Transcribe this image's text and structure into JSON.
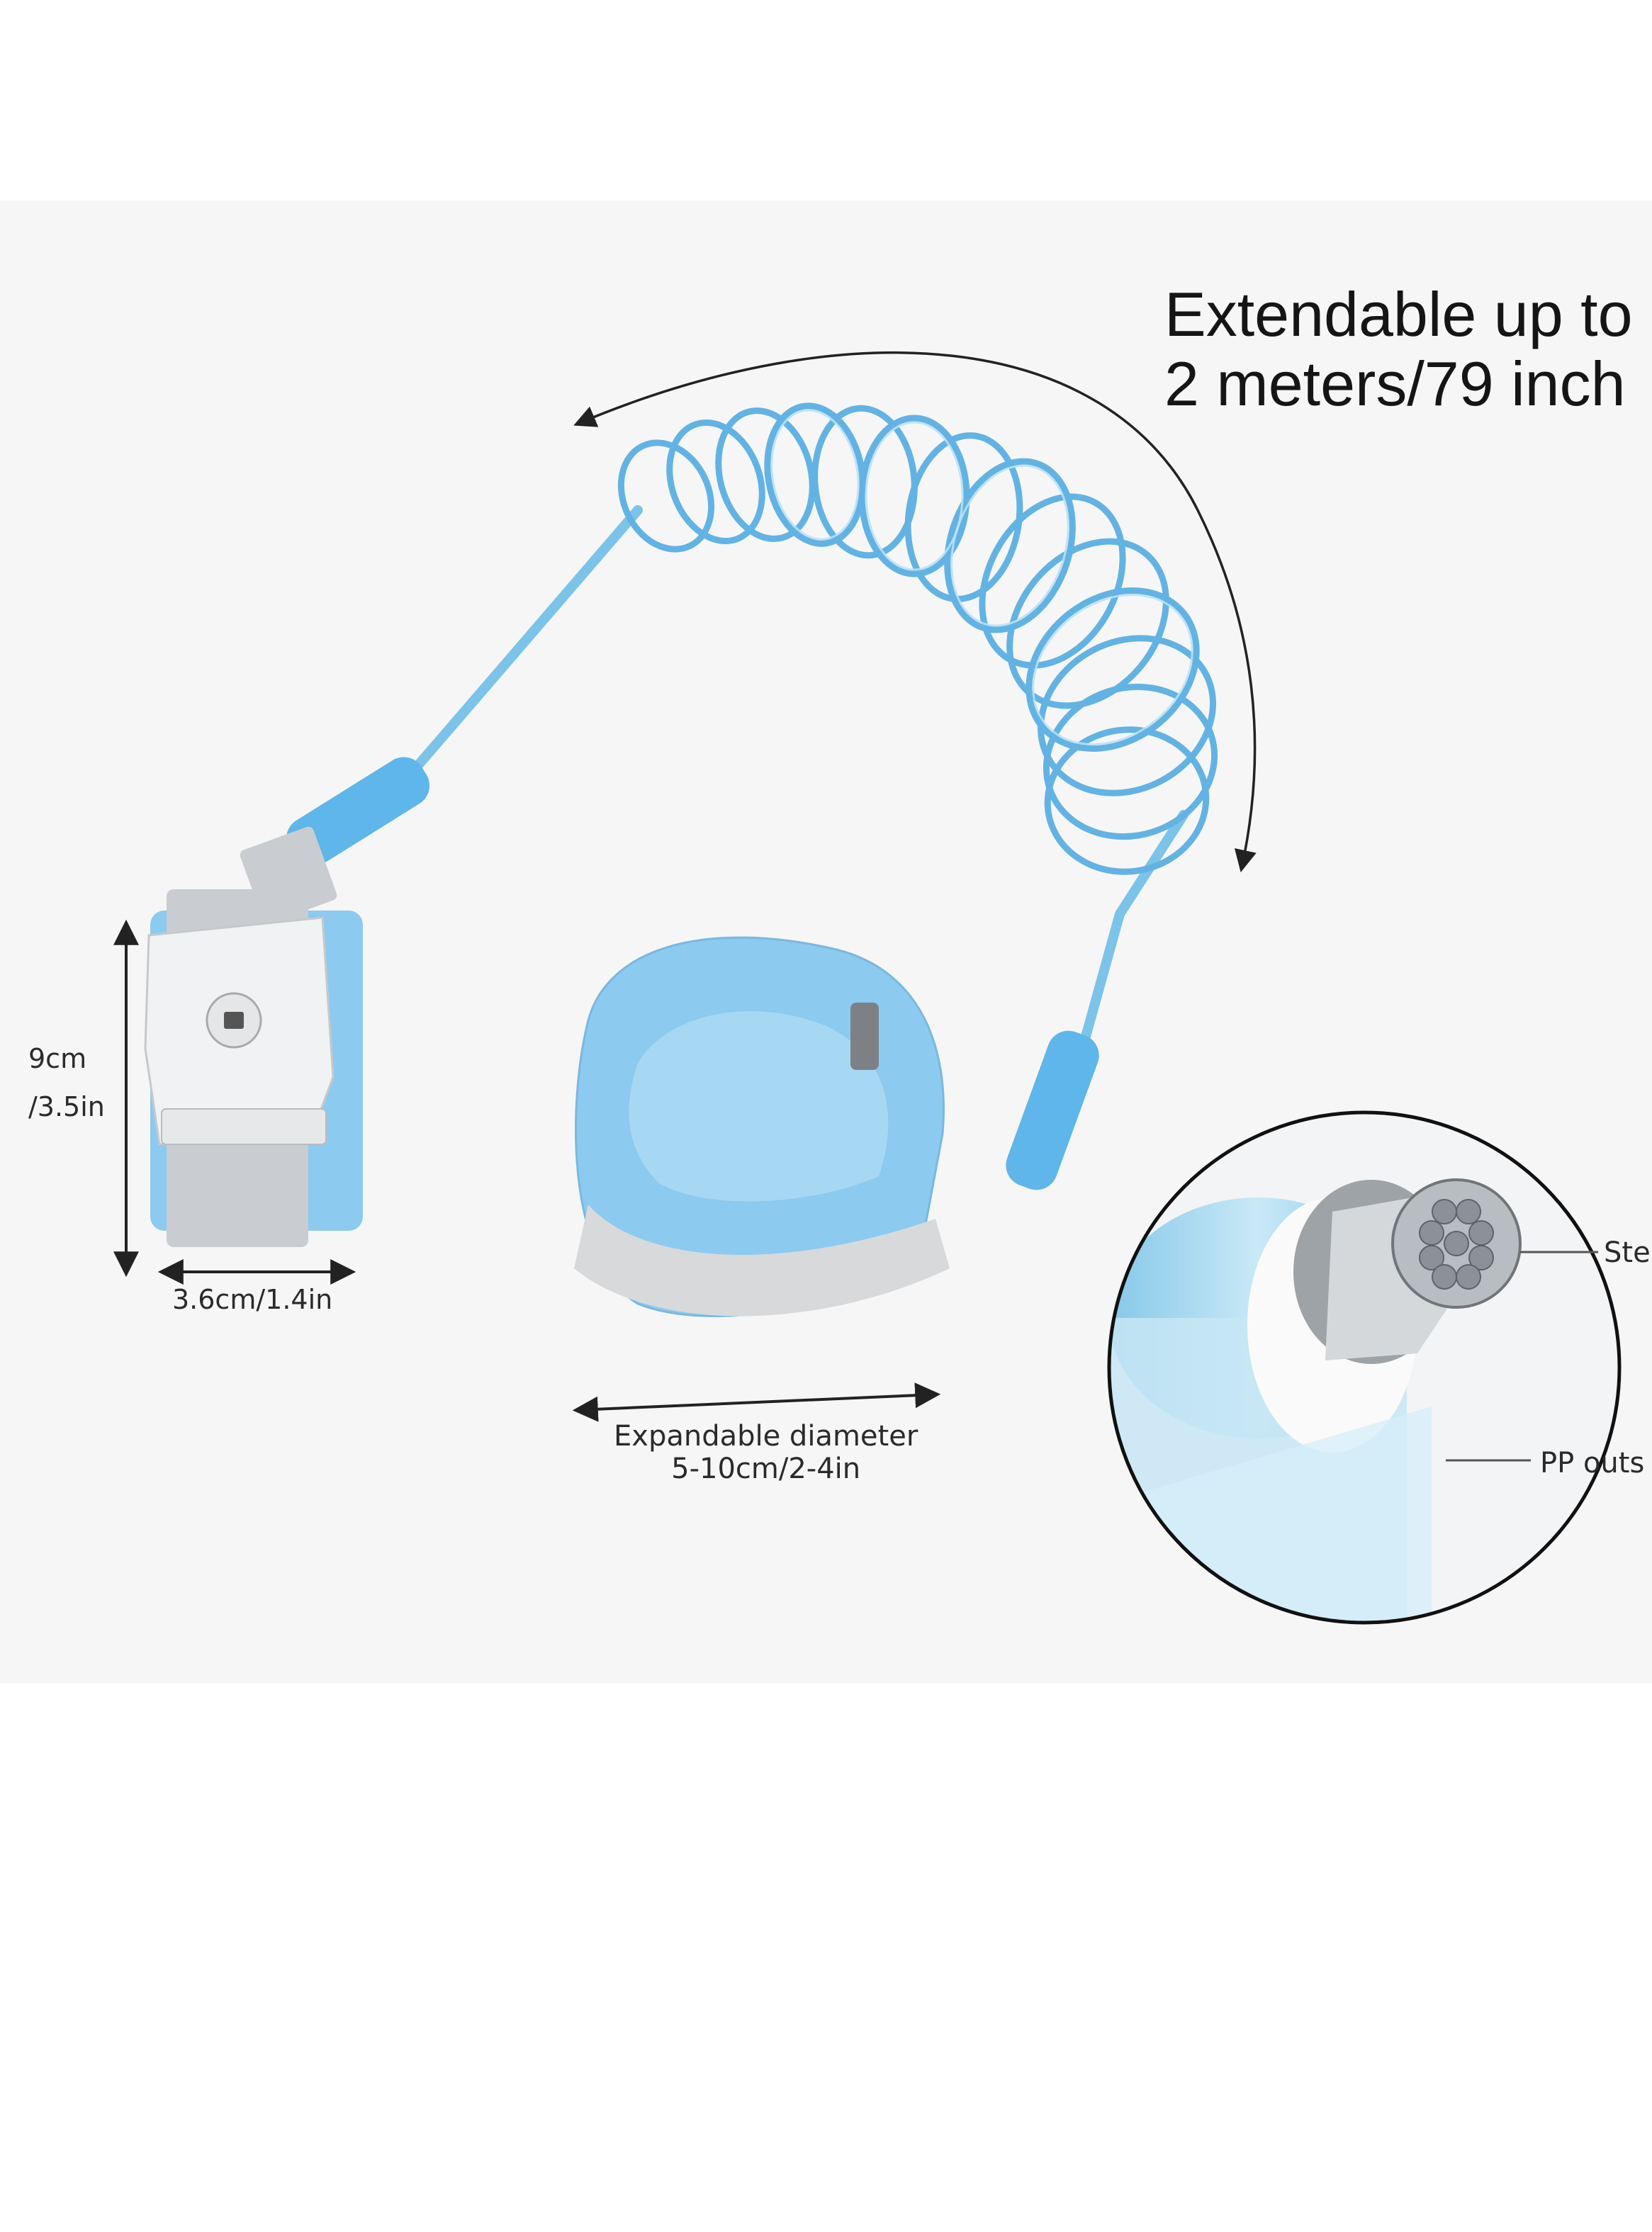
{
  "headline": {
    "line1": "Extendable up to",
    "line2": "2 meters/79 inch"
  },
  "dimensions": {
    "height_line1": "9cm",
    "height_line2": "/3.5in",
    "width": "3.6cm/1.4in",
    "diameter_line1": "Expandable diameter",
    "diameter_line2": "5-10cm/2-4in"
  },
  "callouts": {
    "steel": "Ste",
    "pp": "PP outs"
  },
  "colors": {
    "cable_blue": "#5eb6ea",
    "padding_blue": "#8ccaf0",
    "strap_gray": "#c9ccd0",
    "buckle_white": "#f1f2f3",
    "background": "#f6f6f6"
  },
  "icons": {
    "buckle": "lock-buckle-icon",
    "cable": "coiled-cable"
  }
}
